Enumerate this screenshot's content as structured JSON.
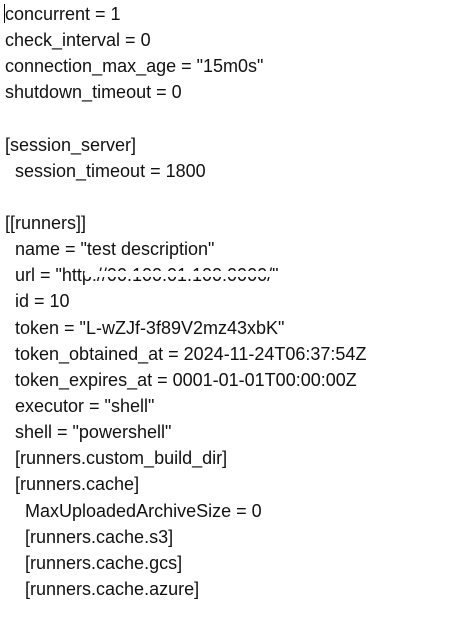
{
  "lines": [
    {
      "text": "concurrent = 1"
    },
    {
      "text": "check_interval = 0"
    },
    {
      "text": "connection_max_age = \"15m0s\""
    },
    {
      "text": "shutdown_timeout = 0"
    },
    {
      "text": ""
    },
    {
      "text": "[session_server]"
    },
    {
      "text": "  session_timeout = 1800"
    },
    {
      "text": ""
    },
    {
      "text": "[[runners]]"
    },
    {
      "text": "  name = \"test description\""
    },
    {
      "text": "  url = \"http://00.100.01.100:0000/\""
    },
    {
      "text": "  id = 10"
    },
    {
      "text": "  token = \"L-wZJf-3f89V2mz43xbK\""
    },
    {
      "text": "  token_obtained_at = 2024-11-24T06:37:54Z"
    },
    {
      "text": "  token_expires_at = 0001-01-01T00:00:00Z"
    },
    {
      "text": "  executor = \"shell\""
    },
    {
      "text": "  shell = \"powershell\""
    },
    {
      "text": "  [runners.custom_build_dir]"
    },
    {
      "text": "  [runners.cache]"
    },
    {
      "text": "    MaxUploadedArchiveSize = 0"
    },
    {
      "text": "    [runners.cache.s3]"
    },
    {
      "text": "    [runners.cache.gcs]"
    },
    {
      "text": "    [runners.cache.azure]"
    }
  ]
}
